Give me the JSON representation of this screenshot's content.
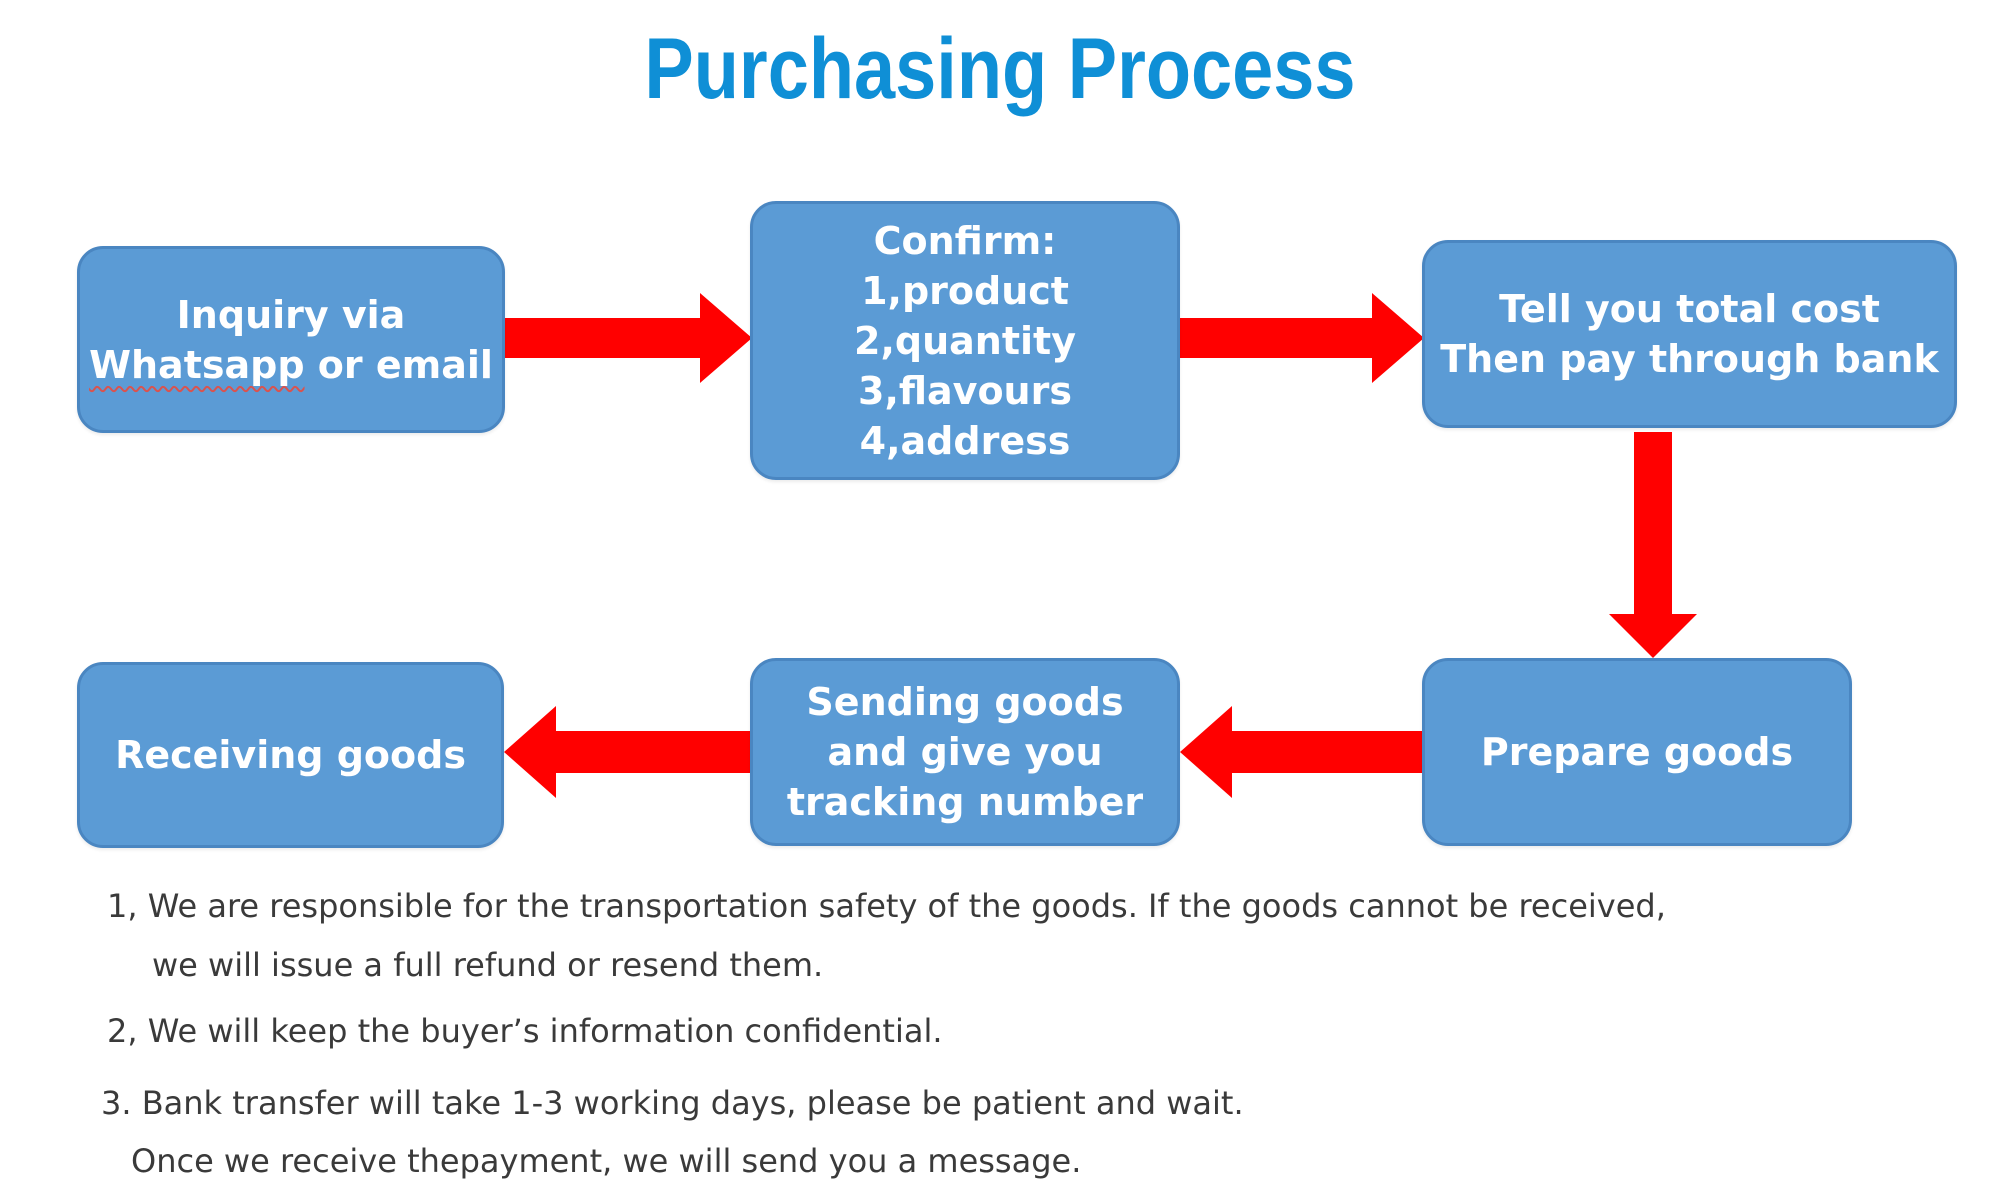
{
  "title": "Purchasing Process",
  "colors": {
    "title": "#0f8fd6",
    "box_fill": "#5b9bd5",
    "box_border": "#4a86c1",
    "arrow": "#ff0000",
    "note_text": "#3a3a3a"
  },
  "flow": {
    "step1": {
      "line1": "Inquiry via",
      "line2_a": "Whatsapp",
      "line2_b": " or email"
    },
    "step2": {
      "line1": "Confirm:",
      "line2": "1,product",
      "line3": "2,quantity",
      "line4": "3,flavours",
      "line5": "4,address"
    },
    "step3": {
      "line1": "Tell you total cost",
      "line2": "Then pay through bank"
    },
    "step4": {
      "line1": "Prepare goods"
    },
    "step5": {
      "line1": "Sending goods",
      "line2": "and give you",
      "line3": "tracking number"
    },
    "step6": {
      "line1": "Receiving goods"
    }
  },
  "notes": {
    "n1_line1": "1, We are responsible for the transportation safety of the goods. If the goods cannot be received,",
    "n1_line2": "we will issue a full refund or resend them.",
    "n2_line1": "2, We will keep the buyer’s information confidential.",
    "n3_line1": "3. Bank transfer will take 1-3 working days, please be patient and wait.",
    "n3_line2": "Once we receive thepayment, we will send you a message."
  }
}
